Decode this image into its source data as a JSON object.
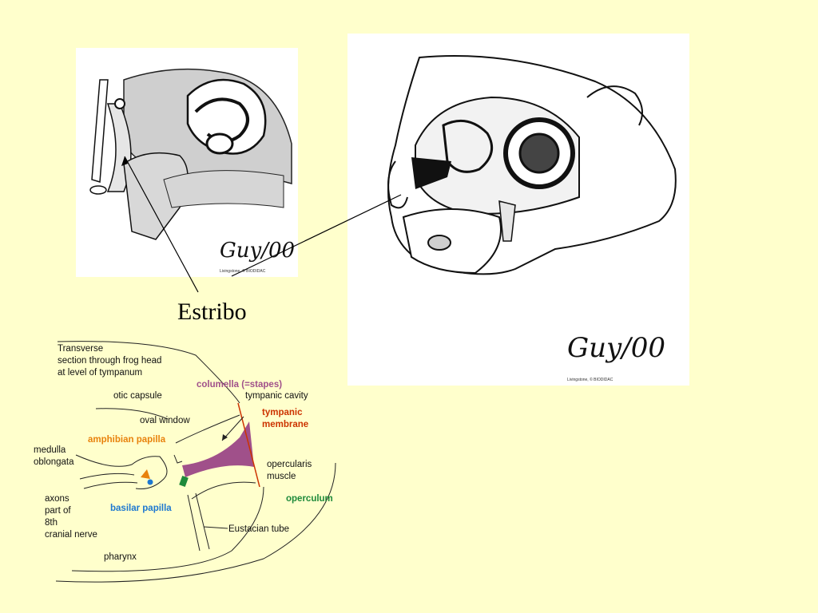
{
  "caption": "Estribo",
  "colors": {
    "background": "#ffffcc",
    "columella": "#a0508a",
    "tympanic": "#cc3300",
    "amphibian": "#e8820c",
    "basilar": "#1e78d0",
    "operculum": "#1e8a3a"
  },
  "left_figure": {
    "signature": "Guy/00",
    "credit": "Livingstone, © BIODIDAC"
  },
  "right_figure": {
    "signature": "Guy/00",
    "credit": "Livingstone, © BIODIDAC"
  },
  "diagram": {
    "title_lines": [
      "Transverse",
      "section through frog head",
      "at level of tympanum"
    ],
    "labels": {
      "otic_capsule": "otic capsule",
      "oval_window": "oval window",
      "medulla": [
        "medulla",
        "oblongata"
      ],
      "axons": [
        "axons",
        "part of",
        "8th",
        "cranial nerve"
      ],
      "pharynx": "pharynx",
      "columella": "columella (=stapes)",
      "tympanic_cavity": "tympanic cavity",
      "tympanic_membrane": [
        "tympanic",
        "membrane"
      ],
      "amphibian_papilla": "amphibian papilla",
      "basilar_papilla": "basilar papilla",
      "opercularis": [
        "opercularis",
        "muscle"
      ],
      "operculum": "operculum",
      "eustachian": "Eustacian tube"
    }
  }
}
